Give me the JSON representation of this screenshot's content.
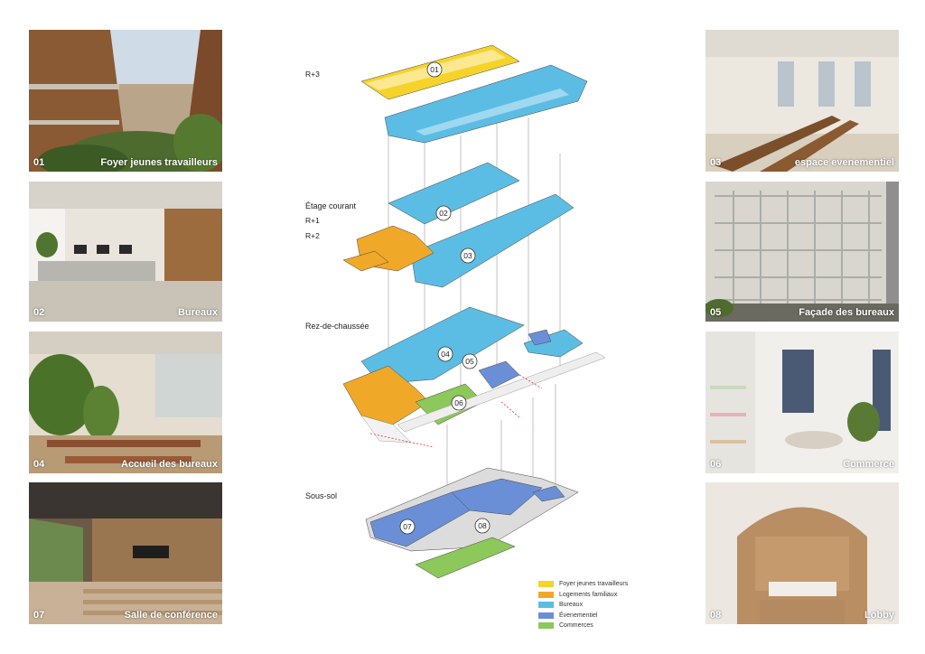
{
  "levels": {
    "r3": "R+3",
    "etage_courant": "Étage courant",
    "r1": "R+1",
    "r2": "R+2",
    "rdc": "Rez-de-chaussée",
    "sous_sol": "Sous-sol"
  },
  "photos": [
    {
      "num": "01",
      "caption": "Foyer  jeunes travailleurs",
      "scene": "wooden-courtyard"
    },
    {
      "num": "02",
      "caption": "Bureaux",
      "scene": "open-office"
    },
    {
      "num": "04",
      "caption": "Accueil des bureaux",
      "scene": "lounge-plants"
    },
    {
      "num": "07",
      "caption": "Salle de conférence",
      "scene": "auditorium"
    },
    {
      "num": "03",
      "caption": "espace evenementiel",
      "scene": "banquet-hall"
    },
    {
      "num": "05",
      "caption": "Façade des bureaux",
      "scene": "glass-facade"
    },
    {
      "num": "06",
      "caption": "Commerce",
      "scene": "boutique"
    },
    {
      "num": "08",
      "caption": "Lobby",
      "scene": "arched-lobby"
    }
  ],
  "plan_markers": [
    "01",
    "02",
    "03",
    "04",
    "05",
    "06",
    "07",
    "08"
  ],
  "legend": [
    {
      "label": "Foyer jeunes travailleurs",
      "color": "#f6d32a"
    },
    {
      "label": "Logements familiaux",
      "color": "#f0a828"
    },
    {
      "label": "Bureaux",
      "color": "#5bbde3"
    },
    {
      "label": "Évenementiel",
      "color": "#6b8fd6"
    },
    {
      "label": "Commerces",
      "color": "#8cc85a"
    }
  ]
}
